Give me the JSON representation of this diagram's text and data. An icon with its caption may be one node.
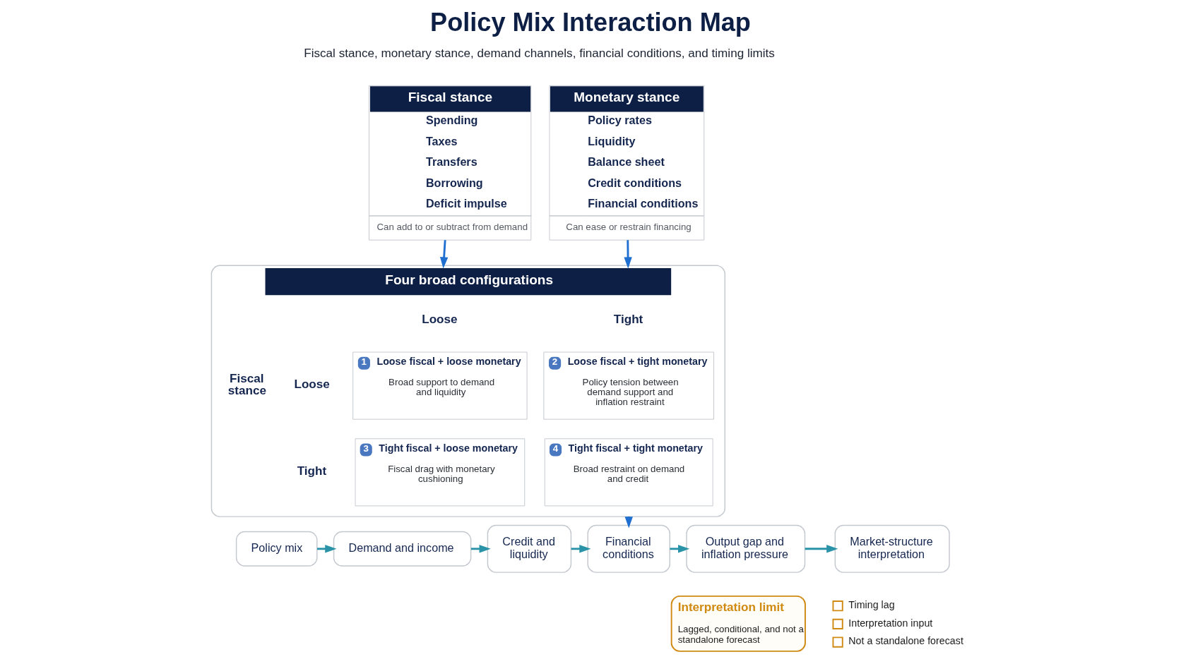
{
  "diagram": {
    "title": "Policy Mix Interaction Map",
    "nodes": [
      {
        "text": [
          "Fiscal stance",
          "Spending",
          "Taxes",
          "Transfers",
          "Borrowing",
          "Deficit impulse",
          "Can add to or subtract from demand"
        ]
      },
      {
        "text": [
          "Monetary stance",
          "Policy rates",
          "Liquidity",
          "Balance sheet",
          "Credit conditions",
          "Financial conditions",
          "Can ease or restrain financing"
        ]
      },
      {
        "text": [
          "Four broad configurations",
          "Loose",
          "Tight",
          "Loose",
          "Fiscal stance",
          "Tight"
        ]
      },
      {
        "text": [
          "1",
          "Loose fiscal + loose monetary",
          "Broad support to demand and liquidity"
        ],
        "in": 2
      },
      {
        "text": [
          "2",
          "Loose fiscal + tight monetary",
          "Policy tension between demand support and inflation restraint"
        ],
        "in": 2
      },
      {
        "text": [
          "3",
          "Tight fiscal + loose monetary",
          "Fiscal drag with monetary cushioning"
        ],
        "in": 2
      },
      {
        "text": [
          "4",
          "Tight fiscal + tight monetary",
          "Broad restraint on demand and credit"
        ],
        "in": 2
      },
      {
        "text": [
          "Policy mix"
        ]
      },
      {
        "text": [
          "Demand and income"
        ]
      },
      {
        "text": [
          "Credit and liquidity"
        ]
      },
      {
        "text": [
          "Financial conditions"
        ]
      },
      {
        "text": [
          "Output gap and inflation pressure"
        ]
      },
      {
        "text": [
          "Market-structure interpretation"
        ]
      },
      {
        "text": [
          "Interpretation limit",
          "Lagged, conditional, and not a standalone forecast"
        ]
      }
    ],
    "edges": [
      {
        "from": 0,
        "to": 2,
        "arrow": "to",
        "color": "#1f6fd0"
      },
      {
        "from": 1,
        "to": 2,
        "arrow": "to",
        "color": "#1f6fd0"
      },
      {
        "from": 2,
        "to": 10,
        "arrow": "to",
        "color": "#1f6fd0"
      },
      {
        "from": 7,
        "to": 8,
        "arrow": "to"
      },
      {
        "from": 8,
        "to": 9,
        "arrow": "to"
      },
      {
        "from": 9,
        "to": 10,
        "arrow": "to"
      },
      {
        "from": 10,
        "to": 11,
        "arrow": "to"
      },
      {
        "from": 11,
        "to": 12,
        "arrow": "to"
      }
    ],
    "labels": [
      "Fiscal stance, monetary stance, demand channels, financial conditions, and timing limits"
    ],
    "legend": [
      {
        "text": "Timing lag"
      },
      {
        "text": "Interpretation input"
      },
      {
        "text": "Not a standalone forecast"
      }
    ]
  }
}
